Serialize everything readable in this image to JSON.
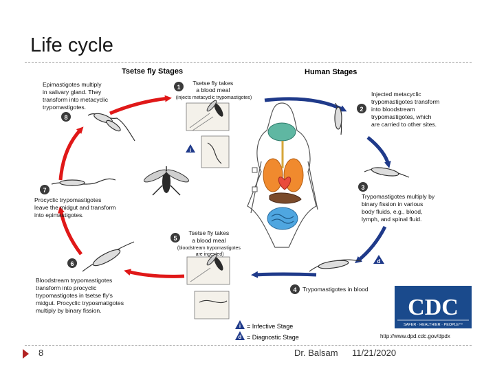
{
  "slide": {
    "title": "Life cycle",
    "page_number": "8",
    "author": "Dr. Balsam",
    "date": "11/21/2020"
  },
  "headers": {
    "tsetse": "Tsetse fly Stages",
    "human": "Human Stages"
  },
  "steps": {
    "s1": {
      "num": "1",
      "lines": [
        "Tsetse fly takes",
        "a blood meal",
        "(injects metacyclic trypomastigotes)"
      ]
    },
    "s2": {
      "num": "2",
      "lines": [
        "Injected metacyclic",
        "trypomastigotes transform",
        "into bloodstream",
        "trypomastigotes, which",
        "are carried to other sites."
      ]
    },
    "s3": {
      "num": "3",
      "lines": [
        "Trypomastigotes multiply by",
        "binary fission in various",
        "body fluids, e.g., blood,",
        "lymph, and spinal fluid."
      ]
    },
    "s4": {
      "num": "4",
      "lines": [
        "Trypomastigotes in blood"
      ]
    },
    "s5": {
      "num": "5",
      "lines": [
        "Tsetse fly takes",
        "a blood meal",
        "(bloodstream trypomastigotes",
        "are ingested)"
      ]
    },
    "s6": {
      "num": "6",
      "lines": [
        "Bloodstream trypomastigotes",
        "transform into procyclic",
        "trypomastigotes in tsetse fly's",
        "midgut. Procyclic tryposmatigotes",
        "multiply by binary fission."
      ]
    },
    "s7": {
      "num": "7",
      "lines": [
        "Procyclic trypomastigotes",
        "leave the midgut and transform",
        "into epimastigotes."
      ]
    },
    "s8": {
      "num": "8",
      "lines": [
        "Epimastigotes multiply",
        "in salivary gland. They",
        "transform into metacyclic",
        "trypomastigotes."
      ]
    }
  },
  "markers": {
    "infective": "i",
    "diagnostic": "d"
  },
  "legend": {
    "infective_label": "= Infective Stage",
    "diagnostic_label": "= Diagnostic Stage"
  },
  "cdc": {
    "logo_text": "CDC",
    "tagline": "SAFER · HEALTHIER · PEOPLE™",
    "url": "http://www.dpd.cdc.gov/dpdx"
  },
  "colors": {
    "red_arrow": "#e01818",
    "blue_arrow": "#1f3a8a",
    "step_badge": "#3a3a3a",
    "cdc_blue": "#1a4a8c"
  }
}
